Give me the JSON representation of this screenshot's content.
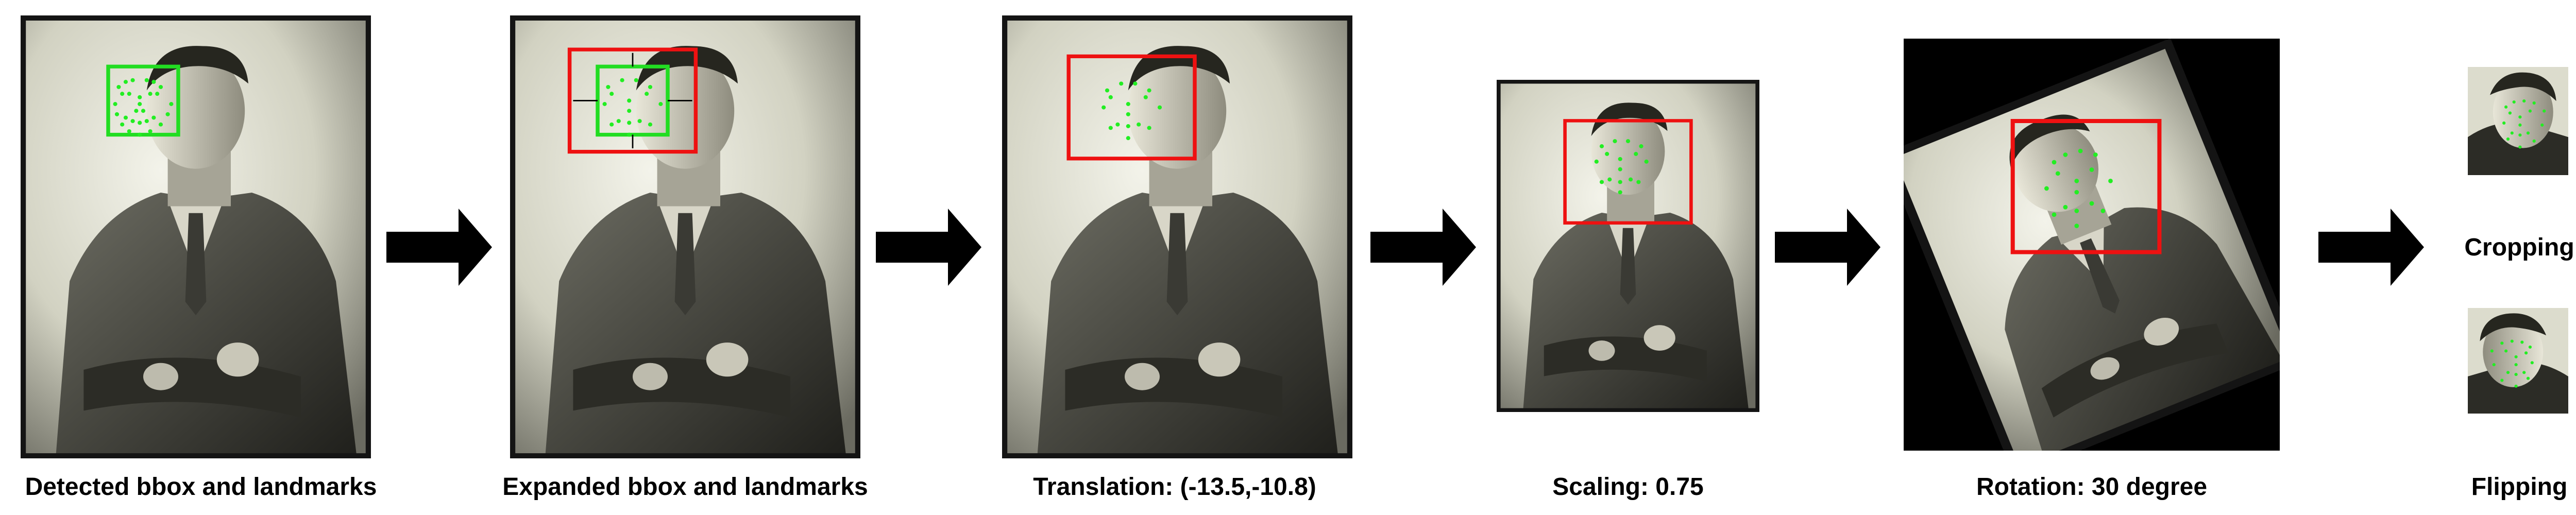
{
  "colors": {
    "bbox_detected": "#22dd22",
    "bbox_expanded": "#ee1111",
    "landmark": "#22ee22",
    "arrow": "#000000",
    "frame": "#141414",
    "rotation_background": "#000000"
  },
  "steps": [
    {
      "id": "detected",
      "caption": "Detected bbox and landmarks"
    },
    {
      "id": "expanded",
      "caption": "Expanded bbox and landmarks"
    },
    {
      "id": "translation",
      "caption": "Translation: (-13.5,-10.8)"
    },
    {
      "id": "scaling",
      "caption": "Scaling: 0.75"
    },
    {
      "id": "rotation",
      "caption": "Rotation: 30 degree"
    },
    {
      "id": "cropping",
      "caption": "Cropping"
    },
    {
      "id": "flipping",
      "caption": "Flipping"
    }
  ],
  "arrow_icon": "right-arrow-icon"
}
